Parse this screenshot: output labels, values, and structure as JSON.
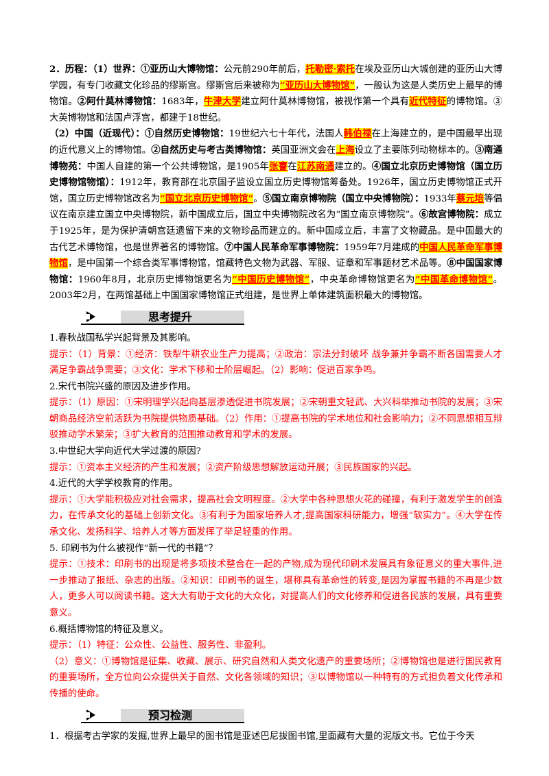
{
  "history": {
    "h": "2．历程：（1）世界：",
    "w1_label": "①亚历山大博物馆：",
    "w1_a": "公元前290年前后，",
    "w1_hl1": "托勒密·索托",
    "w1_b": "在埃及亚历山大城创建的亚历山大博学园，有专门收藏文化珍品的缪斯宫。缪斯宫后来被称为",
    "w1_hl2": "“亚历山大博物馆”",
    "w1_c": "，一般认为这是人类历史上最早的博物馆。",
    "w2_label": "②阿什莫林博物馆：",
    "w2_a": "1683年，",
    "w2_hl1": "牛津大学",
    "w2_b": "建立阿什莫林博物馆，被视作第一个具有",
    "w2_hl2": "近代特征",
    "w2_c": "的博物馆。③大英博物馆和法国卢浮宫，都建于18世纪。",
    "c_h": "（2）中国（近现代）：",
    "c1_label": "①自然历史博物馆：",
    "c1_a": "19世纪六七十年代，法国人",
    "c1_hl": "韩伯禄",
    "c1_b": "在上海建立的，是中国最早出现的近代意义上的博物馆。",
    "c2_label": "②自然历史与考古类博物馆：",
    "c2_a": "英国亚洲文会在",
    "c2_hl": "上海",
    "c2_b": "设立了主要陈列动物标本的。",
    "c3_label": "③南通博物苑：",
    "c3_a": "中国人自建的第一个公共博物馆，是1905年",
    "c3_hl1": "张謇",
    "c3_b": "在",
    "c3_hl2": "江苏南通",
    "c3_c": "建立的。",
    "c4_label": "④国立北京历史博物馆（国立历史博物馆物馆）：",
    "c4_a": "1912年，教育部在北京国子监设立国立历史博物馆筹备处。1926年，国立历史博物馆正式开馆，国立历史博物馆改名为",
    "c4_hl": "“国立北京历史博物馆”",
    "c4_b": "。",
    "c5_label": "⑤国立南京博物院（国立中央博物院）：",
    "c5_a": "1933年",
    "c5_hl": "蔡元培",
    "c5_b": "等倡议在南京建立国立中央博物院，新中国成立后，国立中央博物院改名为“国立南京博物院”。",
    "c6_label": "⑥故宫博物院：",
    "c6_a": "成立于1925年，是为保护清朝宫廷遗留下来的文物珍品而建立的。新中国成立后，丰富了文物藏品。是中国最大的古代艺术博物馆，也是世界著名的博物馆。",
    "c7_label": "⑦中国人民革命军事博物院：",
    "c7_a": "1959年7月建成的",
    "c7_hl": "中国人民革命军事博物馆",
    "c7_b": "，是中国第一个综合类军事博物馆，馆藏特色文物为武器、军服、证章和军事题材艺术品等。",
    "c8_label": "⑧中国国家博物馆：",
    "c8_a": "1960年8月，北京历史博物馆更名为",
    "c8_hl1": "“中国历史博物馆”",
    "c8_b": "，中央革命博物馆更名为",
    "c8_hl2": "“中国革命博物馆”",
    "c8_c": "。2003年2月，在两馆基础上中国国家博物馆正式组建，是世界上单体建筑面积最大的博物馆。"
  },
  "section1": {
    "title": "思考提升"
  },
  "questions": [
    {
      "q": "1.春秋战国私学兴起背景及其影响。",
      "a": "提示：（1）背景：①经济：铁犁牛耕农业生产力提高；②政治：宗法分封破坏 战争兼并争霸不断各国需要人才满足争霸战争需要；③文化：学术下移和士阶层崛起。（2）影响：促进百家争鸣。"
    },
    {
      "q": "2.宋代书院兴盛的原因及进步作用。",
      "a": "提示：（1）原因：①宋明理学兴起向基层渗透促进书院发展；②宋朝重文轻武、大兴科举推动书院的发展；③宋朝商品经济空前活跃为书院提供物质基础。（2）作用：①提高书院的学术地位和社会影响力；②不同思想相互辩驳推动学术繁荣；③扩大教育的范围推动教育和学术的发展。"
    },
    {
      "q": "3.中世纪大学向近代大学过渡的原因?",
      "a": "提示：①资本主义经济的产生和发展；②资产阶级思想解放运动开展；③民族国家的兴起。"
    },
    {
      "q": "4.近代的大学学校教育的作用。",
      "a": "提示：①大学能积极应对社会需求，提高社会文明程度。②大学中各种思想火花的碰撞，有利于激发学生的创造力，在传承文化的基础上创新文化。③有利于为国家培养人才,提高国家科研能力，增强“软实力”。④大学在传承文化、发扬科学、培养人才等方面发挥了举足轻重的作用。"
    },
    {
      "q": "5. 印刷书为什么被视作“新一代的书籍”？",
      "a": "提示：①技术：印刷书的出现是将多项技术整合在一起的产物,成为现代印刷术发展具有象征意义的重大事件,进一步推动了报纸、杂志的出版。②知识：印刷书的诞生，堪称具有革命性的转变,是因为掌握书籍的不再是少数人，更多人可以阅读书籍。这大大有助于文化的大众化，对提高人们的文化修养和促进各民族的发展，具有重要意义。"
    },
    {
      "q": "6.概括博物馆的特征及意义。",
      "a": "提示：（1）特征：公众性、公益性、服务性、非盈利。",
      "a2": "（2）意义：①博物馆是征集、收藏、展示、研究自然和人类文化遗产的重要场所；②博物馆也是进行国民教育的重要场所，全方位向公众提供关于自然、文化各领域的知识；③以博物馆以一种特有的方式担负着文化传承和传播的使命。"
    }
  ],
  "section2": {
    "title": "预习检测"
  },
  "exercise": {
    "q1": "1．根据考古学家的发掘,世界上最早的图书馆是亚述巴尼拔图书馆,里面藏有大量的泥版文书。它位于今天"
  }
}
